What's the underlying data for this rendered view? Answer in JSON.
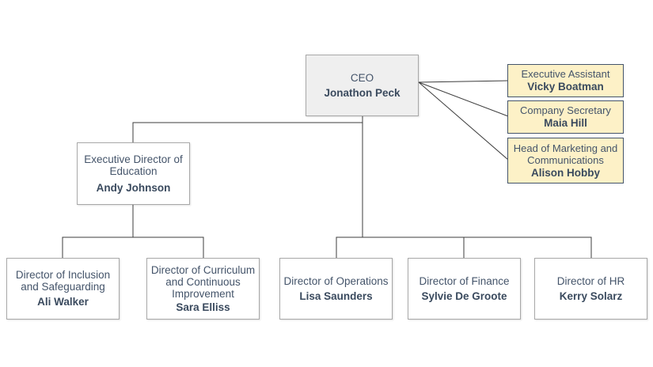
{
  "nodes": {
    "ceo": {
      "title": "CEO",
      "name": "Jonathon Peck"
    },
    "exec_assistant": {
      "title": "Executive Assistant",
      "name": "Vicky Boatman"
    },
    "company_secretary": {
      "title": "Company Secretary",
      "name": "Maia Hill"
    },
    "head_marketing": {
      "title": "Head of Marketing and Communications",
      "name": "Alison Hobby"
    },
    "exec_director_education": {
      "title": "Executive Director of Education",
      "name": "Andy Johnson"
    },
    "director_inclusion": {
      "title": "Director of Inclusion and Safeguarding",
      "name": "Ali Walker"
    },
    "director_curriculum": {
      "title": "Director of Curriculum and Continuous Improvement",
      "name": "Sara Elliss"
    },
    "director_operations": {
      "title": "Director of Operations",
      "name": "Lisa Saunders"
    },
    "director_finance": {
      "title": "Director of Finance",
      "name": "Sylvie De Groote"
    },
    "director_hr": {
      "title": "Director of HR",
      "name": "Kerry Solarz"
    }
  },
  "colors": {
    "line": "#3c3c3c",
    "ceo_fill": "#efefef",
    "assistant_fill": "#fdf1c7",
    "text": "#44546a"
  }
}
